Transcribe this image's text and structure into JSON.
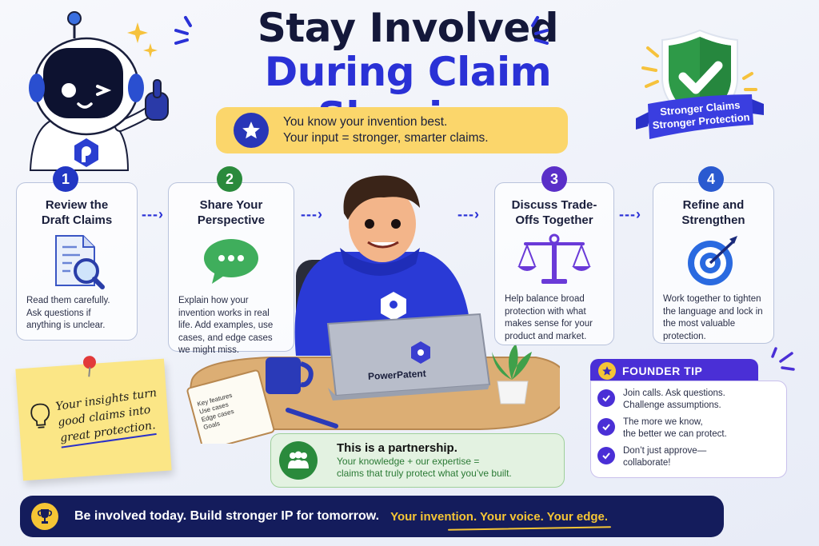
{
  "header": {
    "title_line1": "Stay Involved",
    "title_line2": "During Claim Shaping"
  },
  "callout": {
    "icon": "star-icon",
    "line1": "You know your invention best.",
    "line2": "Your input = stronger, smarter claims."
  },
  "badge": {
    "icon": "shield-check-icon",
    "line1": "Stronger Claims",
    "line2": "Stronger Protection"
  },
  "mascot": {
    "icon": "robot-mascot-icon",
    "logo_letter": "P"
  },
  "steps": [
    {
      "number": "1",
      "color": "#2237c4",
      "title_line1": "Review the",
      "title_line2": "Draft Claims",
      "icon": "document-search-icon",
      "text": "Read them carefully. Ask questions if anything is unclear."
    },
    {
      "number": "2",
      "color": "#2a8a3c",
      "title_line1": "Share Your",
      "title_line2": "Perspective",
      "icon": "chat-bubble-icon",
      "text": "Explain how your invention works in real life. Add examples, use cases, and edge cases we might miss."
    },
    {
      "number": "3",
      "color": "#5a2fc8",
      "title_line1": "Discuss Trade-",
      "title_line2": "Offs Together",
      "icon": "balance-scale-icon",
      "text": "Help balance broad protection with what makes sense for your product and market."
    },
    {
      "number": "4",
      "color": "#2a5ad0",
      "title_line1": "Refine and",
      "title_line2": "Strengthen",
      "icon": "target-icon",
      "text": "Work together to tighten the language and lock in the most valuable protection."
    }
  ],
  "arrow_glyph": "---›",
  "illustration": {
    "laptop_brand": "PowerPatent",
    "notebook_items": [
      "Key features",
      "Use cases",
      "Edge cases",
      "Goals"
    ]
  },
  "founder_tip": {
    "header": "FOUNDER TIP",
    "items": [
      {
        "line1": "Join calls. Ask questions.",
        "line2": "Challenge assumptions."
      },
      {
        "line1": "The more we know,",
        "line2": "the better we can protect."
      },
      {
        "line1": "Don’t just approve—",
        "line2": "collaborate!"
      }
    ]
  },
  "sticky_note": {
    "icon": "lightbulb-icon",
    "text_line1": "Your insights turn",
    "text_line2": "good claims into",
    "text_line3": "great protection."
  },
  "partnership": {
    "icon": "team-icon",
    "title": "This is a partnership.",
    "line1": "Your knowledge + our expertise =",
    "line2": "claims that truly protect what you’ve built."
  },
  "footer": {
    "icon": "trophy-icon",
    "main": "Be involved today. Build stronger IP for tomorrow.",
    "accent": "Your invention. Your voice. Your edge."
  },
  "colors": {
    "brand_blue": "#2a31d6",
    "navy": "#141c5c",
    "yellow": "#fbd66b",
    "green": "#2a8a3c",
    "purple": "#4a2fd6"
  }
}
